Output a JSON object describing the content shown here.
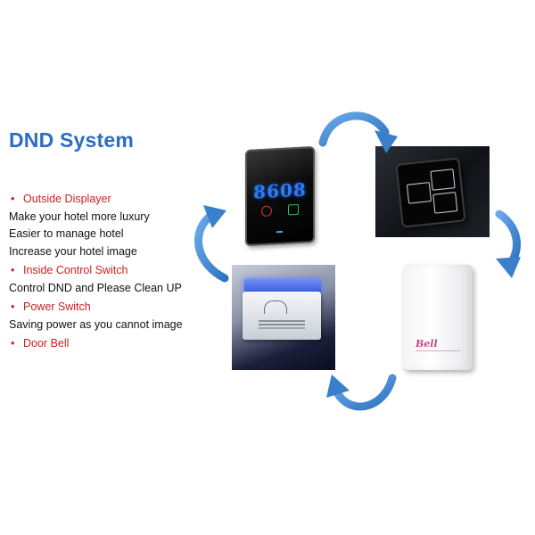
{
  "title": "DND System",
  "features": [
    {
      "bullet": "•",
      "heading": "Outside Displayer",
      "lines": [
        "Make your hotel more luxury",
        "Easier to manage hotel",
        "Increase your hotel image"
      ]
    },
    {
      "bullet": "•",
      "heading": "Inside Control Switch",
      "lines": [
        "Control DND and Please Clean UP"
      ]
    },
    {
      "bullet": "•",
      "heading": "Power Switch",
      "lines": [
        "Saving power as you cannot image"
      ]
    },
    {
      "bullet": "•",
      "heading": "Door Bell",
      "lines": []
    }
  ],
  "displayer_number": "8608",
  "bell_logo": "Bell",
  "colors": {
    "title": "#2b6cc4",
    "heading": "#cc1f1f",
    "arrow": "#4a8fd6"
  },
  "icons": [
    "curved-arrow-icon",
    "curved-arrow-icon",
    "curved-arrow-icon",
    "curved-arrow-icon"
  ]
}
